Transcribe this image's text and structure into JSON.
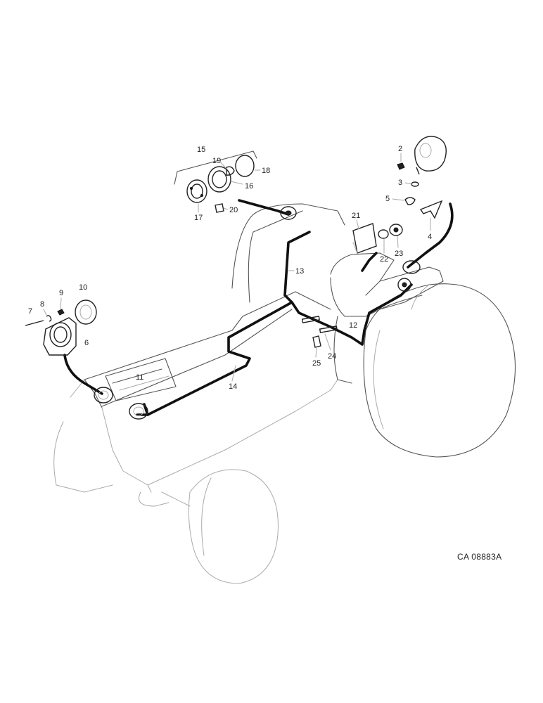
{
  "callouts": {
    "n2": "2",
    "n3": "3",
    "n4": "4",
    "n5": "5",
    "n6": "6",
    "n7": "7",
    "n8": "8",
    "n9": "9",
    "n10": "10",
    "n11": "11",
    "n12": "12",
    "n13": "13",
    "n14": "14",
    "n15": "15",
    "n16": "16",
    "n17": "17",
    "n18": "18",
    "n19": "19",
    "n20": "20",
    "n21": "21",
    "n22": "22",
    "n23": "23",
    "n24": "24",
    "n25": "25"
  },
  "catalog_number": "CA 08883A"
}
